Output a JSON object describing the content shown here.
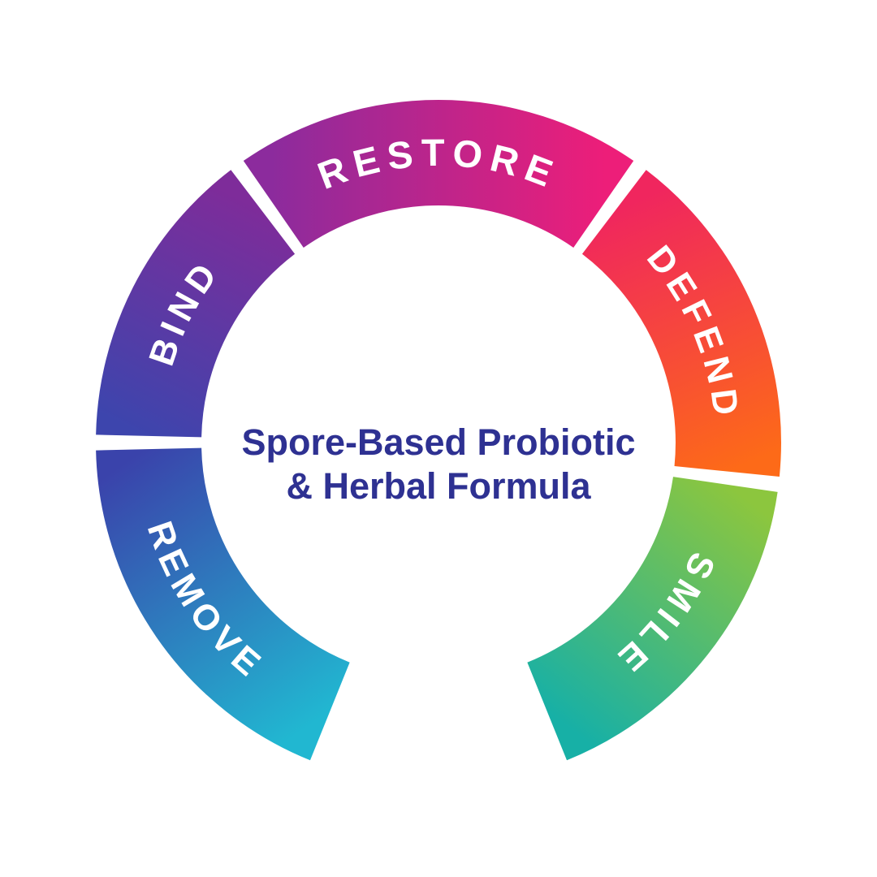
{
  "diagram": {
    "title_semantic": "probiotic-benefits-cycle",
    "label_color": "#FFFFFF",
    "background": "#FFFFFF",
    "center_text": {
      "line1": "Spore-Based Probiotic",
      "line2": "& Herbal Formula",
      "color": "#2E3192"
    },
    "segments": [
      {
        "id": "restore",
        "label": "RESTORE",
        "color_start": "#8C2B9D",
        "color_end": "#ED1E79"
      },
      {
        "id": "defend",
        "label": "DEFEND",
        "color_start": "#F0265E",
        "color_end": "#FD6A18"
      },
      {
        "id": "smile",
        "label": "SMILE",
        "color_start": "#8CC63E",
        "color_end": "#17B0A6"
      },
      {
        "id": "remove",
        "label": "REMOVE",
        "color_start": "#3A43AB",
        "color_end": "#21B7D1"
      },
      {
        "id": "bind",
        "label": "BIND",
        "color_start": "#3D45AD",
        "color_end": "#7E2C9A"
      }
    ]
  }
}
